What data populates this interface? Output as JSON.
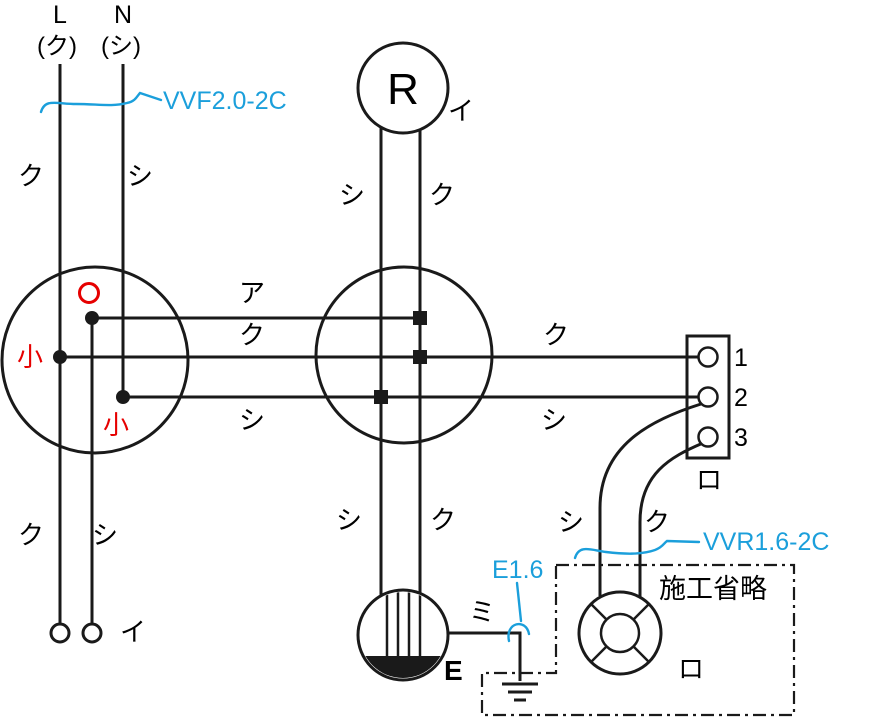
{
  "colors": {
    "diagram_line": "#1a1a1a",
    "annotation_blue": "#1b9fdb",
    "annotation_red": "#e60000"
  },
  "power_source": {
    "live": "L",
    "neutral": "N",
    "live_color": "(ク)",
    "neutral_color": "(シ)"
  },
  "cables": {
    "supply": "VVF2.0-2C",
    "lamp_run": "VVR1.6-2C",
    "earth": "E1.6"
  },
  "sleeves": {
    "o_mark_symbol": "○",
    "small_left": "小",
    "small_lower": "小"
  },
  "wire_labels": {
    "l_upper": "ク",
    "n_upper": "シ",
    "switch_feed_lower": "ク",
    "switch_return_lower": "シ",
    "branch_red": "ア",
    "branch_black": "ク",
    "branch_white": "シ",
    "receptacle_white": "シ",
    "receptacle_black": "ク",
    "right_black": "ク",
    "right_white": "シ",
    "device_white": "シ",
    "device_black": "ク",
    "curve_white": "シ",
    "curve_black": "ク",
    "earth_green": "ミ"
  },
  "devices": {
    "receptacle_letter": "R",
    "receptacle_circuit": "イ",
    "switch_circuit": "イ",
    "earth_terminal": "E",
    "terminal_block": {
      "t1": "1",
      "t2": "2",
      "t3": "3",
      "name": "ロ"
    },
    "omitted_section": "施工省略",
    "omitted_lamp": "ロ"
  }
}
